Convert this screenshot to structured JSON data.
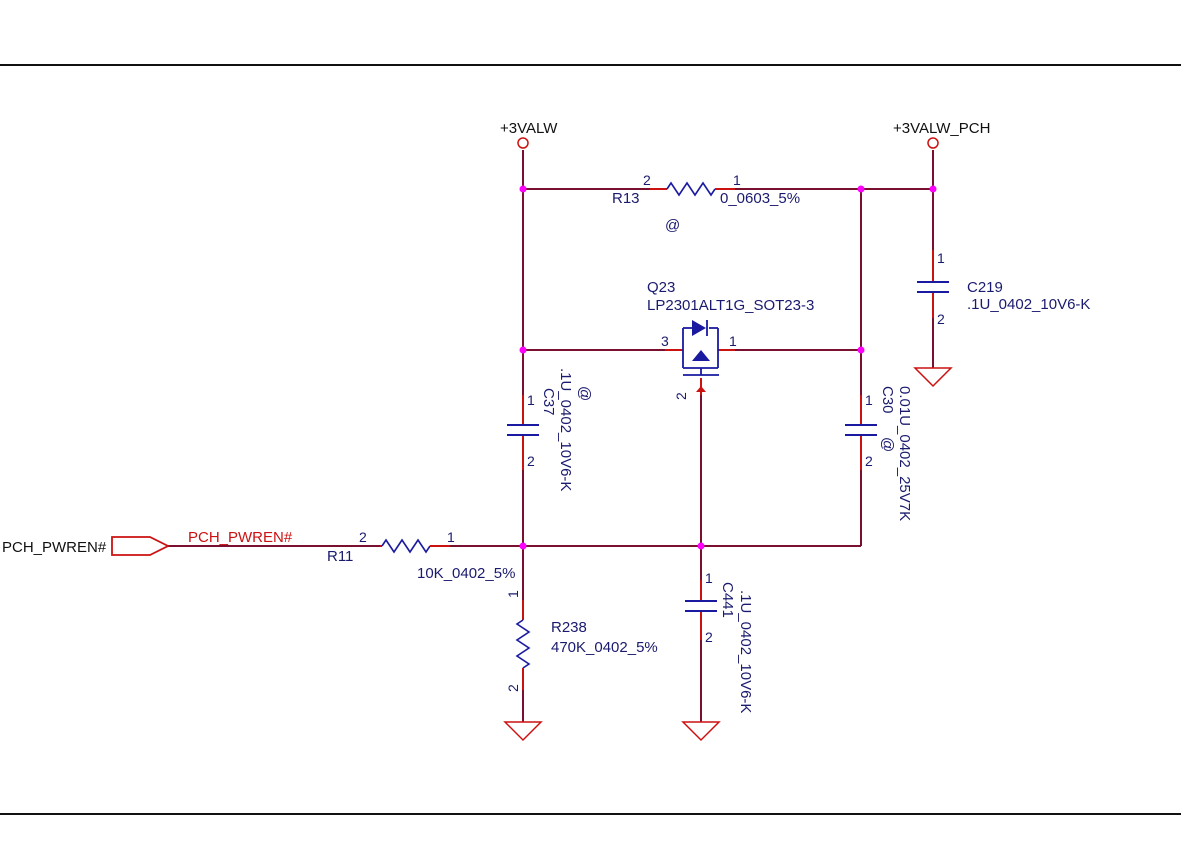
{
  "colors": {
    "wire": "#7a1030",
    "junction": "#ff00ff",
    "pin_stub": "#cc1111",
    "component": "#1a1aa0",
    "power_symbol": "#cc1111",
    "text": "#1a1a6e",
    "net_label": "#cc1111"
  },
  "power_rails": {
    "vin": "+3VALW",
    "vout": "+3VALW_PCH"
  },
  "port": {
    "name": "PCH_PWREN#"
  },
  "net_labels": {
    "pwren": "PCH_PWREN#"
  },
  "components": {
    "r13": {
      "ref": "R13",
      "value": "0_0603_5%",
      "pin_a": "2",
      "pin_b": "1",
      "note": "@"
    },
    "q23": {
      "ref": "Q23",
      "value": "LP2301ALT1G_SOT23-3",
      "pin_source": "3",
      "pin_drain": "1",
      "pin_gate": "2"
    },
    "c219": {
      "ref": "C219",
      "value": ".1U_0402_10V6-K",
      "pin_a": "1",
      "pin_b": "2"
    },
    "c37": {
      "ref": "C37",
      "value": ".1U_0402_10V6-K",
      "pin_a": "1",
      "pin_b": "2",
      "note": "@"
    },
    "c30": {
      "ref": "C30",
      "value": "0.01U_0402_25V7K",
      "pin_a": "1",
      "pin_b": "2",
      "note": "@"
    },
    "r11": {
      "ref": "R11",
      "value": "10K_0402_5%",
      "pin_a": "2",
      "pin_b": "1"
    },
    "r238": {
      "ref": "R238",
      "value": "470K_0402_5%",
      "pin_a": "1",
      "pin_b": "2"
    },
    "c441": {
      "ref": "C441",
      "value": ".1U_0402_10V6-K",
      "pin_a": "1",
      "pin_b": "2"
    }
  }
}
